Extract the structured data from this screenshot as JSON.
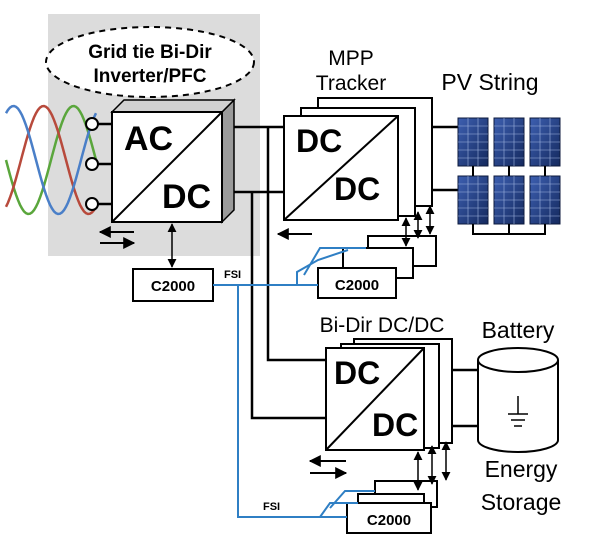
{
  "grid_inverter": {
    "title_line1": "Grid tie Bi-Dir",
    "title_line2": "Inverter/PFC",
    "block_top": "AC",
    "block_bottom": "DC"
  },
  "mppt": {
    "label_line1": "MPP",
    "label_line2": "Tracker",
    "block_top": "DC",
    "block_bottom": "DC"
  },
  "pv": {
    "label": "PV String"
  },
  "dcdc": {
    "label": "Bi-Dir DC/DC",
    "block_top": "DC",
    "block_bottom": "DC"
  },
  "battery": {
    "label": "Battery",
    "caption_line1": "Energy",
    "caption_line2": "Storage"
  },
  "controllers": {
    "main": "C2000",
    "mppt": "C2000",
    "storage": "C2000"
  },
  "links": {
    "fsi_top": "FSI",
    "fsi_bottom": "FSI"
  },
  "colors": {
    "phase_green": "#5aa63c",
    "phase_red": "#b84a3c",
    "phase_blue": "#4a7fc8",
    "fsi_line": "#2f7fc4",
    "panel_fill": "#dcdcdc",
    "pv_cell": "#1f3f86"
  }
}
